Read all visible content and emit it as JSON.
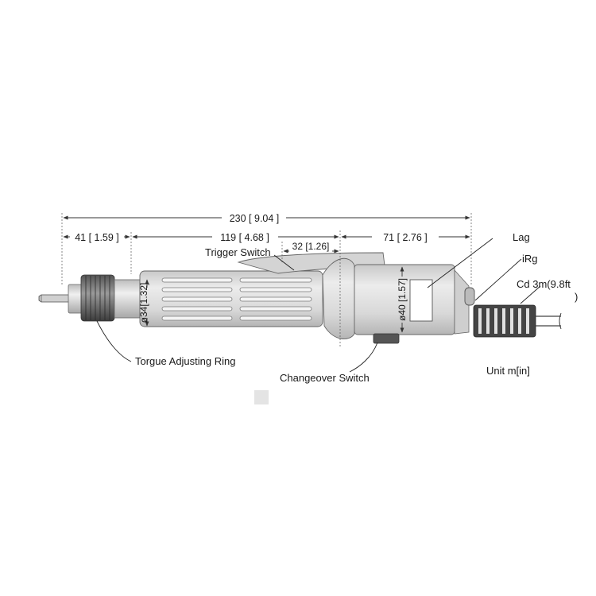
{
  "dimensions": {
    "overall": "230 [ 9.04 ]",
    "front": "41 [ 1.59 ]",
    "body": "119 [ 4.68 ]",
    "trigger": "32 [1.26]",
    "rear": "71 [ 2.76 ]",
    "front_diameter": "ø34[1.32]",
    "rear_diameter": "ø40 [1.57]"
  },
  "callouts": {
    "trigger_switch": "Trigger Switch",
    "torque_ring": "Torgue Adjusting Ring",
    "changeover_switch": "Changeover Switch",
    "label_line1": "Lag",
    "label_line2": "iRg",
    "cord": "Cd 3m(9.8ft",
    "cord_paren": ")"
  },
  "unit_note": "Unit  m[in]",
  "colors": {
    "body": "#d9d9d9",
    "grip": "#8a8a8a",
    "line": "#333333"
  }
}
